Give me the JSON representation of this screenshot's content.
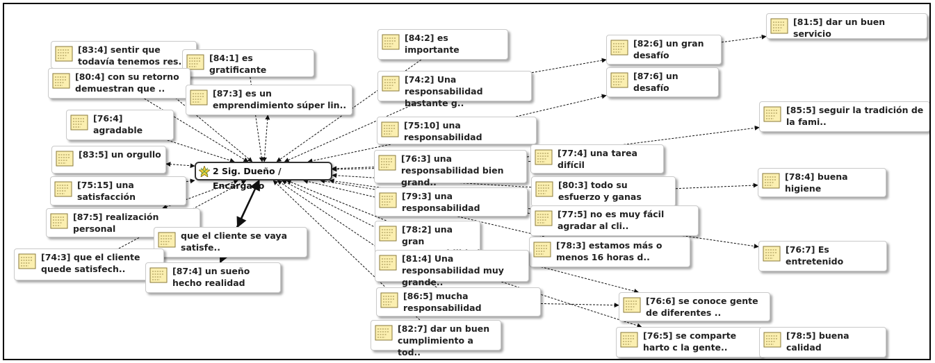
{
  "hub": {
    "label": "2 Sig. Dueño / Encargado",
    "icon": "star-family-icon"
  },
  "note_icon": "memo-note-icon",
  "colors": {
    "note_fill": "#fbefb0",
    "note_stroke": "#8a7a3a",
    "edge": "#111111",
    "hub_border": "#333333"
  },
  "nodes": [
    {
      "id": "n1",
      "label": "[81:5] dar un buen servicio"
    },
    {
      "id": "n2",
      "label": "[84:2] es importante"
    },
    {
      "id": "n3",
      "label": "[82:6] un gran desafío"
    },
    {
      "id": "n4",
      "label": "[83:4] sentir que todavía tenemos res.."
    },
    {
      "id": "n5",
      "label": "[84:1] es gratificante"
    },
    {
      "id": "n6",
      "label": "[74:2] Una responsabilidad bastante g.."
    },
    {
      "id": "n7",
      "label": "[87:6] un desafío"
    },
    {
      "id": "n8",
      "label": "[80:4] con su retorno demuestran que .."
    },
    {
      "id": "n9",
      "label": "[87:3] es un emprendimiento súper lin.."
    },
    {
      "id": "n10",
      "label": "[85:5] seguir la tradición de la fami.."
    },
    {
      "id": "n11",
      "label": "[76:4] agradable"
    },
    {
      "id": "n12",
      "label": "[75:10] una responsabilidad"
    },
    {
      "id": "n13",
      "label": "[83:5] un orgullo"
    },
    {
      "id": "n14",
      "label": "[77:4] una tarea difícil"
    },
    {
      "id": "n15",
      "label": "[76:3] una responsabilidad bien grand.."
    },
    {
      "id": "n16",
      "label": "[78:4] buena higiene"
    },
    {
      "id": "n17",
      "label": "[75:15] una satisfacción"
    },
    {
      "id": "n18",
      "label": "[80:3] todo su esfuerzo y ganas"
    },
    {
      "id": "n19",
      "label": "[79:3] una responsabilidad"
    },
    {
      "id": "n20",
      "label": "[87:5] realización personal"
    },
    {
      "id": "n21",
      "label": "[77:5] no es muy fácil agradar al cli.."
    },
    {
      "id": "n22",
      "label": "[78:2] una gran responsabilidad"
    },
    {
      "id": "n23",
      "label": "que el cliente se vaya satisfe.."
    },
    {
      "id": "n24",
      "label": "[78:3] estamos más o menos 16 horas d.."
    },
    {
      "id": "n25",
      "label": "[76:7] Es entretenido"
    },
    {
      "id": "n26",
      "label": "[74:3] que el cliente quede satisfech.."
    },
    {
      "id": "n27",
      "label": "[81:4] Una responsabilidad muy grande.."
    },
    {
      "id": "n28",
      "label": "[87:4] un sueño hecho realidad"
    },
    {
      "id": "n29",
      "label": "[86:5] mucha responsabilidad"
    },
    {
      "id": "n30",
      "label": "[76:6] se conoce gente de diferentes .."
    },
    {
      "id": "n31",
      "label": "[82:7] dar un buen cumplimiento a tod.."
    },
    {
      "id": "n32",
      "label": "[76:5] se comparte harto c la gente.."
    },
    {
      "id": "n33",
      "label": "[78:5] buena calidad"
    }
  ]
}
